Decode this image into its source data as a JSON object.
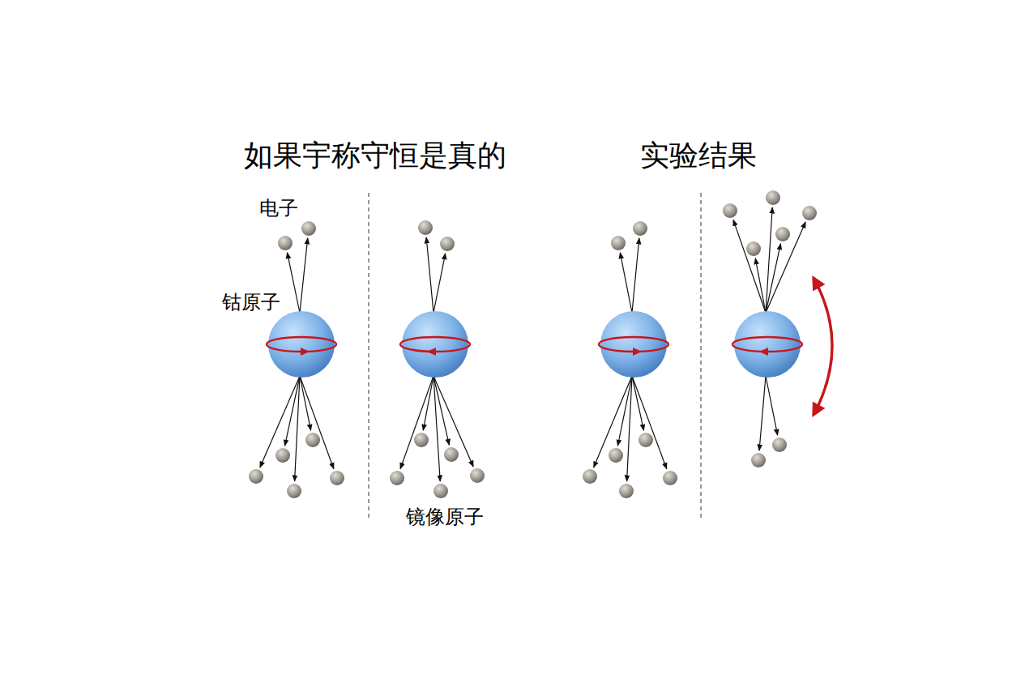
{
  "diagram": {
    "labels": [
      "如果宇称守恒是真的",
      "实验结果",
      "电子",
      "钴原子",
      "镜像原子"
    ]
  }
}
